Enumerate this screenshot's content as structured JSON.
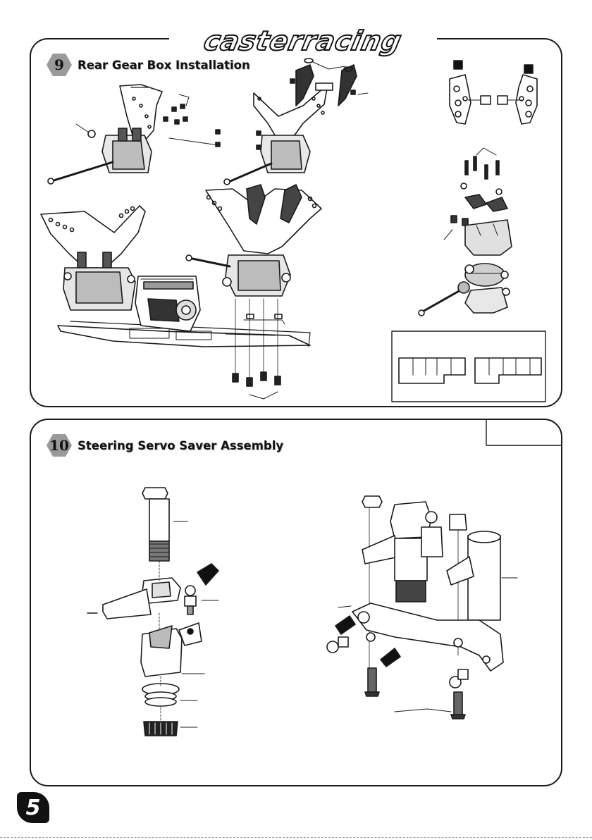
{
  "brand": "casterracing",
  "steps": [
    {
      "number": "9",
      "title": "Rear Gear Box Installation"
    },
    {
      "number": "10",
      "title": "Steering Servo Saver Assembly"
    }
  ],
  "page_number": "5",
  "icons": [
    "hex-badge-icon",
    "page-number-badge-icon",
    "rc-chassis-illustration",
    "servo-saver-illustration"
  ],
  "colors": {
    "ink": "#1a1a1a",
    "badge_gray": "#9a9a9a",
    "paper": "#ffffff"
  }
}
